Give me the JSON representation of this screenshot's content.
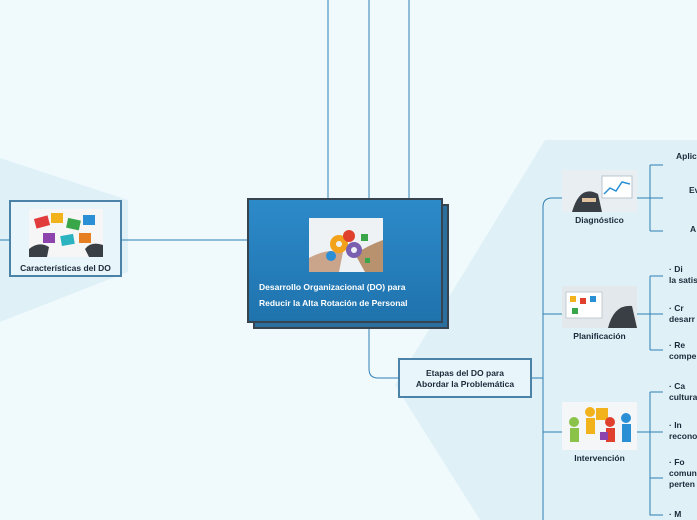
{
  "central": {
    "title_line1": "Desarrollo Organizacional (DO) para",
    "title_line2": "Reducir la Alta Rotación de Personal"
  },
  "left_topic": {
    "label": "Características del DO"
  },
  "stages_topic": {
    "label_line1": "Etapas del DO para",
    "label_line2": "Abordar la Problemática"
  },
  "stages": [
    {
      "label": "Diagnóstico"
    },
    {
      "label": "Planificación"
    },
    {
      "label": "Intervención"
    }
  ],
  "diagnostico_items": [
    "Aplic",
    "Ev",
    "A"
  ],
  "planificacion_items": [
    {
      "line1": "·      Di",
      "line2": "la satisf"
    },
    {
      "line1": "·      Cr",
      "line2": "desarr"
    },
    {
      "line1": "·      Re",
      "line2": "compe"
    }
  ],
  "intervencion_items": [
    {
      "line1": "·      Ca",
      "line2": "cultura"
    },
    {
      "line1": "·      In",
      "line2": "recono"
    },
    {
      "line1": "·      Fo",
      "line2": "comun",
      "line3": "perten"
    },
    {
      "line1": "·      M"
    }
  ],
  "colors": {
    "background": "#f0fafd",
    "connector": "#2e7fb5",
    "central_fill": "#2480bd",
    "central_border": "#37434f",
    "panel": "#dff1f7"
  }
}
